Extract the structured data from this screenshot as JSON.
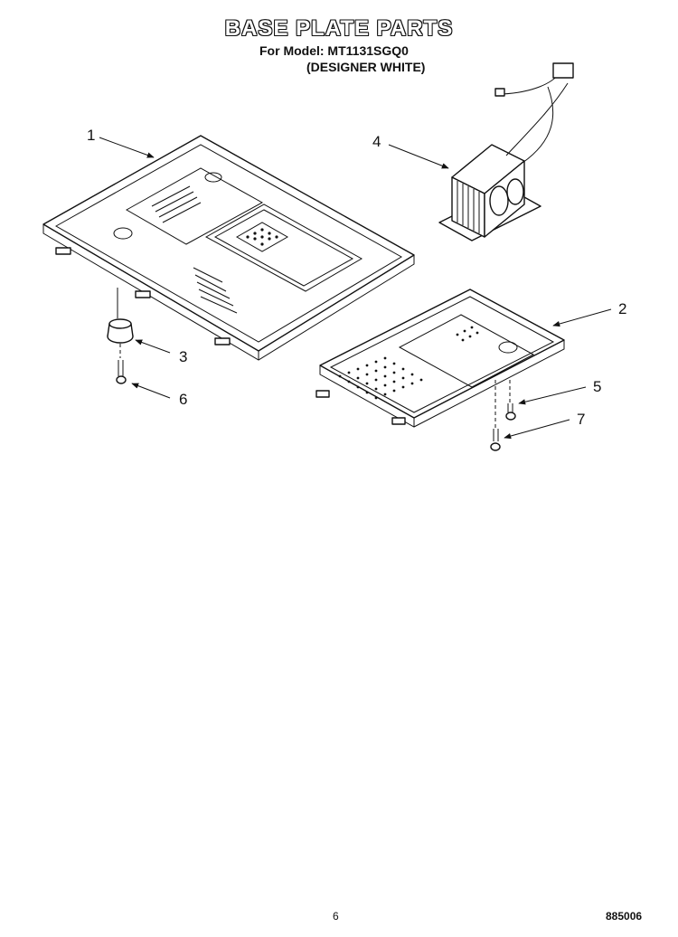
{
  "header": {
    "title": "BASE PLATE PARTS",
    "model_line": "For Model: MT1131SGQ0",
    "variant_line": "(DESIGNER WHITE)"
  },
  "callouts": [
    "1",
    "2",
    "3",
    "4",
    "5",
    "6",
    "7"
  ],
  "footer": {
    "page_number": "6",
    "diagram_code": "885006"
  }
}
